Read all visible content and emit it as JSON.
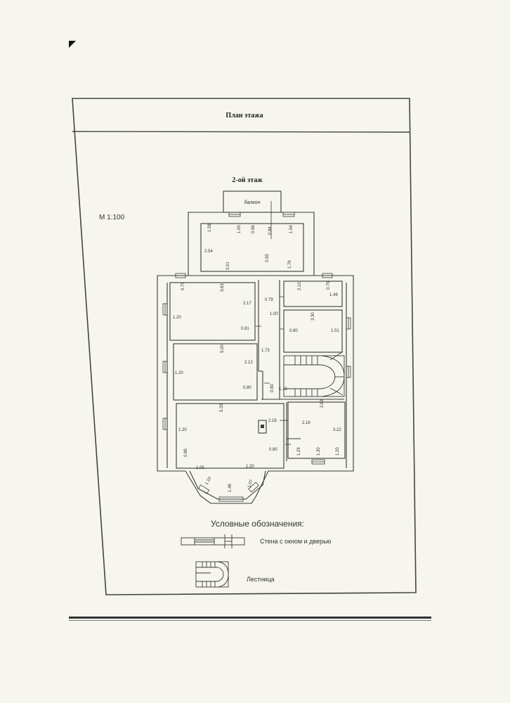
{
  "sheet": {
    "header_title": "План этажа",
    "floor_title": "2-ой этаж",
    "scale": "М 1:100"
  },
  "plan": {
    "balcony_label": "балкон",
    "dimensions": [
      {
        "id": "d-158",
        "text": "1.58"
      },
      {
        "id": "d-100a",
        "text": "1.00"
      },
      {
        "id": "d-096",
        "text": "0.96"
      },
      {
        "id": "d-084",
        "text": "0.84"
      },
      {
        "id": "d-154",
        "text": "1.54"
      },
      {
        "id": "d-254",
        "text": "2.54"
      },
      {
        "id": "d-095",
        "text": "0.95"
      },
      {
        "id": "d-301",
        "text": "3.01"
      },
      {
        "id": "d-176",
        "text": "1.76"
      },
      {
        "id": "d-075a",
        "text": "0.75"
      },
      {
        "id": "d-363",
        "text": "3.63"
      },
      {
        "id": "d-217",
        "text": "2.17"
      },
      {
        "id": "d-079",
        "text": "0.79"
      },
      {
        "id": "d-210",
        "text": "2.10"
      },
      {
        "id": "d-075b",
        "text": "0.75"
      },
      {
        "id": "d-149",
        "text": "1.49"
      },
      {
        "id": "d-120a",
        "text": "1.20"
      },
      {
        "id": "d-100b",
        "text": "1.00"
      },
      {
        "id": "d-330",
        "text": "3.30"
      },
      {
        "id": "d-081",
        "text": "0.81"
      },
      {
        "id": "d-080a",
        "text": "0.80"
      },
      {
        "id": "d-101",
        "text": "1.01"
      },
      {
        "id": "d-500",
        "text": "5.00"
      },
      {
        "id": "d-173",
        "text": "1.73"
      },
      {
        "id": "d-120b",
        "text": "1.20"
      },
      {
        "id": "d-212",
        "text": "2.12"
      },
      {
        "id": "d-080b",
        "text": "0.80"
      },
      {
        "id": "d-080c",
        "text": "0.80"
      },
      {
        "id": "d-118",
        "text": "1.18"
      },
      {
        "id": "d-533",
        "text": "5.33"
      },
      {
        "id": "d-263",
        "text": "2.63"
      },
      {
        "id": "d-120c",
        "text": "1.20"
      },
      {
        "id": "d-218a",
        "text": "2.18"
      },
      {
        "id": "d-216",
        "text": "2.16"
      },
      {
        "id": "d-322",
        "text": "3.22"
      },
      {
        "id": "d-086",
        "text": "0.86"
      },
      {
        "id": "d-080d",
        "text": "0.80"
      },
      {
        "id": "d-129",
        "text": "1.29"
      },
      {
        "id": "d-130",
        "text": "1.30"
      },
      {
        "id": "d-120d",
        "text": "1.20"
      },
      {
        "id": "d-105",
        "text": "1.05"
      },
      {
        "id": "d-120e",
        "text": "1.20"
      },
      {
        "id": "d-110",
        "text": "1.10"
      },
      {
        "id": "d-148",
        "text": "1.48"
      },
      {
        "id": "d-107",
        "text": "1.07"
      }
    ]
  },
  "legend": {
    "title": "Условные обозначения:",
    "wall_label": "Стена с  окном и дверью",
    "stairs_label": "Лестница"
  },
  "colors": {
    "line": "#3a3a3a",
    "paper": "#f2f1e9"
  }
}
